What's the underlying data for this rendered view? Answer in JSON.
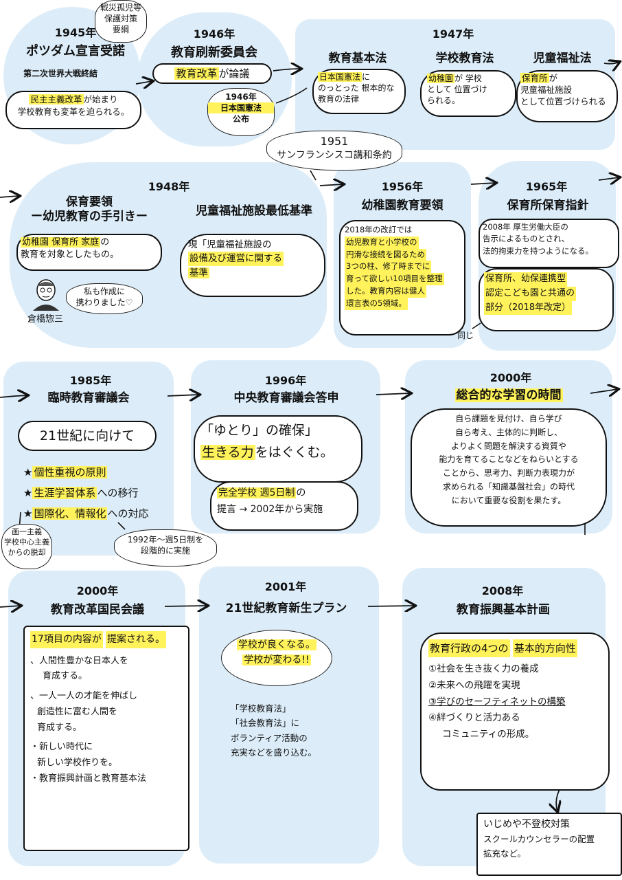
{
  "e1945": {
    "year": "1945年",
    "title": "ポツダム宣言受諾",
    "subtitle": "第二次世界大戦終結",
    "note": [
      "戦災孤児等",
      "保護対策",
      "要綱"
    ],
    "bubble_hl": "民主主義改革",
    "bubble_l1": "が始まり",
    "bubble_l2": "学校教育も変革を迫られる。"
  },
  "e1946": {
    "year": "1946年",
    "title": "教育刷新委員会",
    "bubble_hl": "教育改革",
    "bubble_rest": "が論議",
    "note": [
      "1946年",
      "日本国憲法",
      "公布"
    ]
  },
  "e1947": {
    "year": "1947年",
    "col1_title": "教育基本法",
    "col1_hl": "日本国憲法",
    "col1_l1": "に",
    "col1_l2": "のっとった 根本的な",
    "col1_l3": "教育の法律",
    "col2_title": "学校教育法",
    "col2_hl": "幼稚園",
    "col2_l1": "が 学校",
    "col2_l2": "として 位置づけ",
    "col2_l3": "られる。",
    "col3_title": "児童福祉法",
    "col3_hl": "保育所",
    "col3_l1": "が",
    "col3_l2": "児童福祉施設",
    "col3_l3": "として位置づけられる"
  },
  "e1951": {
    "note": [
      "1951",
      "サンフランシスコ講和条約"
    ]
  },
  "e1948": {
    "year": "1948年",
    "title1_l1": "保育要領",
    "title1_l2": "ー幼児教育の手引きー",
    "title2": "児童福祉施設最低基準",
    "bubble1_hl": "幼稚園 保育所 家庭",
    "bubble1_l1": "の",
    "bubble1_l2": "教育を対象としたもの。",
    "speech": [
      "私も作成に",
      "携わりました♡"
    ],
    "person": "倉橋惣三",
    "bubble2_l1": "現「児童福祉施設の",
    "bubble2_l2": "設備及び運営に関する",
    "bubble2_l3": "基準"
  },
  "e1956": {
    "year": "1956年",
    "title": "幼稚園教育要領",
    "lines": [
      "2018年の改訂では",
      "幼児教育と小学校の",
      "円滑な接続を図るため",
      "3つの柱、修了時までに",
      "育って欲しい10項目を整理",
      "した。教育内容は健人",
      "環言表の5領域。"
    ],
    "same": "同じ"
  },
  "e1965": {
    "year": "1965年",
    "title": "保育所保育指針",
    "lines": [
      "2008年 厚生労働大臣の",
      "告示によるものとされ、",
      "法的拘束力を持つようになる。"
    ],
    "hl_lines": [
      "保育所、幼保連携型",
      "認定こども園と共通の",
      "部分（2018年改定）"
    ]
  },
  "e1985": {
    "year": "1985年",
    "title": "臨時教育審議会",
    "bubble": "21世紀に向けて",
    "star": "★",
    "item1": "個性重視の原則",
    "item2_hl": "生涯学習体系",
    "item2_rest": "への移行",
    "item3_hl": "国際化、情報化",
    "item3_rest": "への対応",
    "note1": [
      "画一主義",
      "学校中心主義",
      "からの脱却"
    ],
    "note2": [
      "1992年〜週5日制を",
      "段階的に実施"
    ]
  },
  "e1996": {
    "year": "1996年",
    "title": "中央教育審議会答申",
    "big_l1": "「ゆとり」の確保」",
    "big_hl": "生きる力",
    "big_rest": "をはぐくむ。",
    "line_hl": "完全学校 週5日制",
    "line_rest": "の",
    "line2": "提言 → 2002年から実施"
  },
  "e2000a": {
    "year": "2000年",
    "title": "総合的な学習の時間",
    "lines": [
      "自ら課題を見付け、自ら学び",
      "自ら考え、主体的に判断し、",
      "よりよく問題を解決する資質や",
      "能力を育てることなどをねらいとする",
      "ことから、思考力、判断力表現力が",
      "求められる「知識基盤社会」の時代",
      "において重要な役割を果たす。"
    ]
  },
  "e2000b": {
    "year": "2000年",
    "title": "教育改革国民会議",
    "hl1": "17項目の内容が",
    "hl2": "提案される。",
    "items": [
      "、人間性豊かな日本人を",
      "育成する。",
      "、一人一人の才能を伸ばし",
      "創造性に富む人間を",
      "育成する。",
      "・新しい時代に",
      "新しい学校作りを。",
      "・教育振興計画と教育基本法"
    ]
  },
  "e2001": {
    "year": "2001年",
    "title": "21世紀教育新生プラン",
    "cloud_l1": "学校が良くなる。",
    "cloud_l2": "学校が変わる!!",
    "lines": [
      "「学校教育法」",
      "「社会教育法」に",
      "ボランティア活動の",
      "充実などを盛り込む。"
    ]
  },
  "e2008": {
    "year": "2008年",
    "title": "教育振興基本計画",
    "hl1": "教育行政の4つの",
    "hl2": "基本的方向性",
    "items": [
      "①社会を生き抜く力の養成",
      "②未来への飛躍を実現",
      "③学びのセーフティネットの構築",
      "④絆づくりと活力ある",
      "コミュニティの形成。"
    ],
    "note": [
      "いじめや不登校対策",
      "スクールカウンセラーの配置",
      "拡充など。"
    ]
  },
  "colors": {
    "panel": "#dcedf9",
    "highlight": "#fff25a",
    "ink": "#111111"
  }
}
